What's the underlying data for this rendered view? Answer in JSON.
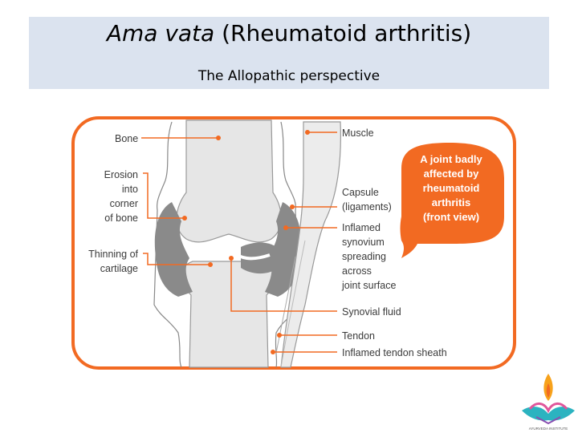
{
  "header": {
    "title_italic": "Ama vata",
    "title_rest": " (Rheumatoid arthritis)",
    "subtitle": "The Allopathic perspective"
  },
  "diagram": {
    "labels_left": {
      "bone": "Bone",
      "erosion": [
        "Erosion",
        "into",
        "corner",
        "of bone"
      ],
      "thinning": [
        "Thinning of",
        "cartilage"
      ]
    },
    "labels_right": {
      "muscle": "Muscle",
      "capsule": [
        "Capsule",
        "(ligaments)"
      ],
      "synovium": [
        "Inflamed",
        "synovium",
        "spreading",
        "across",
        "joint surface"
      ],
      "synovial_fluid": "Synovial fluid",
      "tendon": "Tendon",
      "tendon_sheath": "Inflamed tendon sheath"
    },
    "callout": [
      "A joint badly",
      "affected by",
      "rheumatoid",
      "arthritis",
      "(front view)"
    ]
  },
  "colors": {
    "accent": "#f26a22",
    "band": "#dbe3ef",
    "bone": "#e6e6e6",
    "inflamed": "#8a8a8a"
  },
  "logo": {
    "icon": "lamp-flame-lotus-logo",
    "text": "AYURVEDA INSTITUTE"
  }
}
